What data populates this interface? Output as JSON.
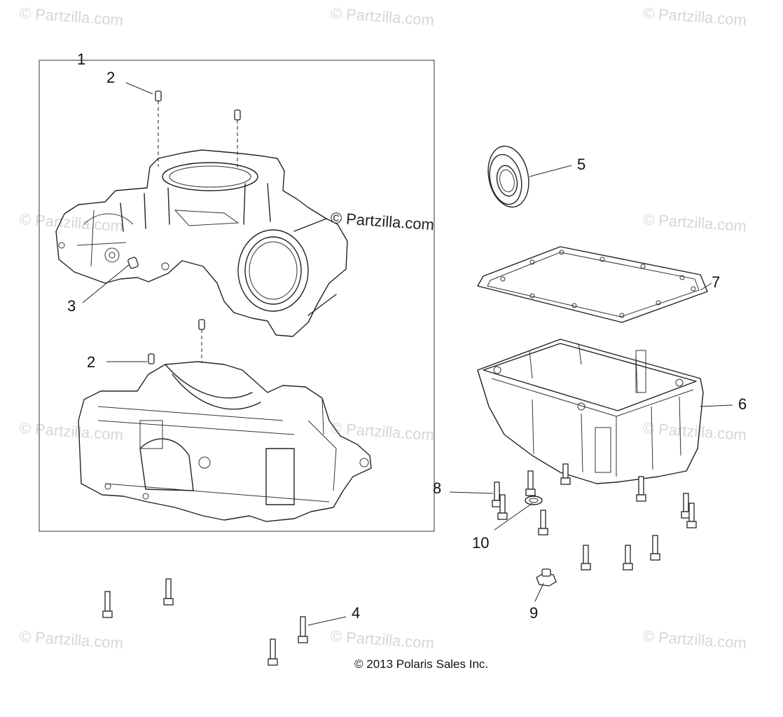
{
  "watermarks": {
    "site_text": "© Partzilla.com"
  },
  "callouts": {
    "c1": "1",
    "c2a": "2",
    "c2b": "2",
    "c3": "3",
    "c4": "4",
    "c5": "5",
    "c6": "6",
    "c7": "7",
    "c8": "8",
    "c9": "9",
    "c10": "10"
  },
  "footer": {
    "copyright": "© 2013 Polaris Sales Inc."
  }
}
